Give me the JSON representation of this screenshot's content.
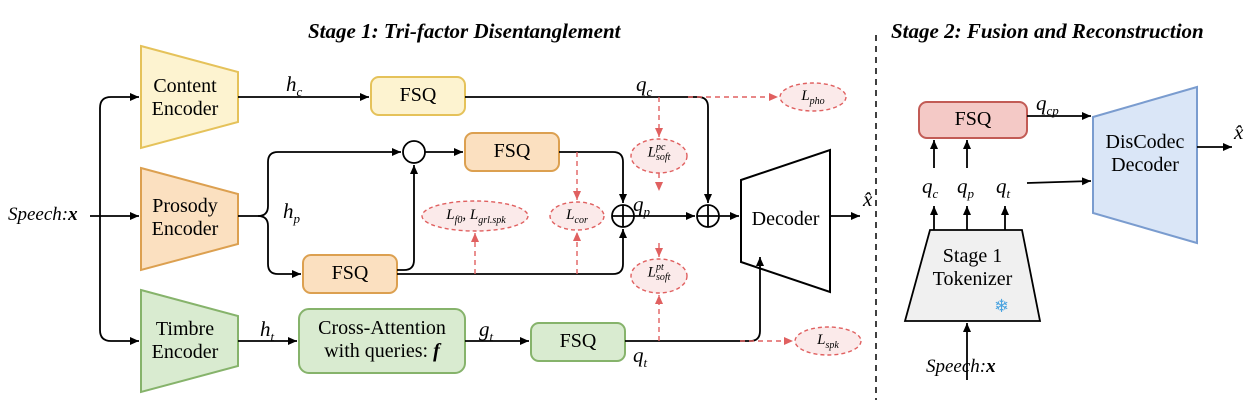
{
  "stage1": {
    "title": "Stage 1: Tri-factor Disentanglement"
  },
  "stage2": {
    "title": "Stage 2: Fusion and Reconstruction"
  },
  "input": {
    "speech_label": "Speech:",
    "speech_var": "x"
  },
  "encoders": {
    "content": [
      "Content",
      "Encoder"
    ],
    "prosody": [
      "Prosody",
      "Encoder"
    ],
    "timbre": [
      "Timbre",
      "Encoder"
    ]
  },
  "blocks": {
    "fsq": "FSQ",
    "cross_attention": [
      "Cross-Attention",
      "with queries: "
    ],
    "cross_attention_var": "f",
    "decoder": "Decoder",
    "discodec": [
      "DisCodec",
      "Decoder"
    ],
    "tokenizer": [
      "Stage 1",
      "Tokenizer"
    ]
  },
  "vars": {
    "h": "h",
    "g": "g",
    "q": "q",
    "c": "c",
    "p": "p",
    "t": "t",
    "cp": "cp",
    "x_hat": "x̂"
  },
  "losses": {
    "pho": {
      "base": "L",
      "sub": "pho"
    },
    "spk": {
      "base": "L",
      "sub": "spk"
    },
    "cor": {
      "base": "L",
      "sub": "cor"
    },
    "f0_grl": {
      "base1": "L",
      "sub1": "f0",
      "sep": ", ",
      "base2": "L",
      "sub2": "grl.spk"
    },
    "soft_pc": {
      "base": "L",
      "sup": "pc",
      "sub": "soft"
    },
    "soft_pt": {
      "base": "L",
      "sup": "pt",
      "sub": "soft"
    }
  },
  "icons": {
    "frozen": "snowflake-icon"
  },
  "colors": {
    "content_fill": "#fdf3d0",
    "content_stroke": "#e5c25a",
    "prosody_fill": "#fbe0c0",
    "prosody_stroke": "#dca050",
    "timbre_fill": "#d9ebd0",
    "timbre_stroke": "#86b36b",
    "fsq_red_fill": "#f4c9c6",
    "fsq_red_stroke": "#c25b55",
    "discodec_fill": "#dae6f7",
    "discodec_stroke": "#7a9ccf",
    "tokenizer_fill": "#f0f0f0",
    "loss_stroke": "#e06060"
  }
}
